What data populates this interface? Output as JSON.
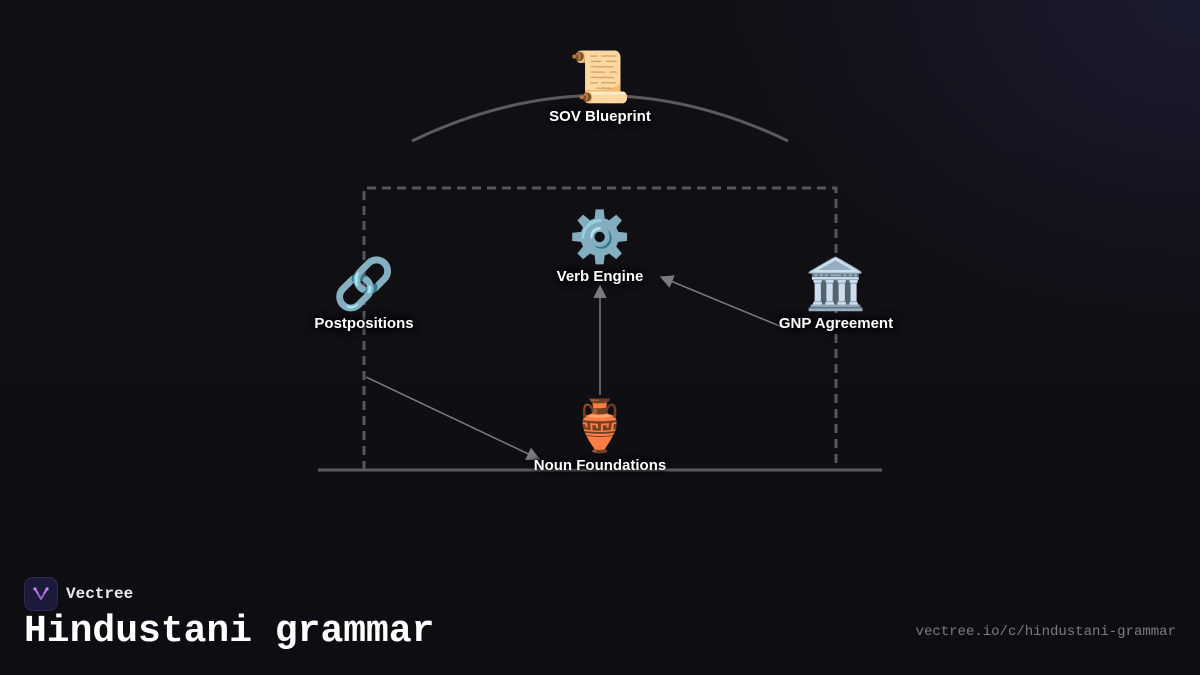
{
  "diagram": {
    "nodes": [
      {
        "id": "sov",
        "icon": "scroll-icon",
        "glyph": "📜",
        "label": "SOV Blueprint"
      },
      {
        "id": "verb",
        "icon": "gear-icon",
        "glyph": "⚙️",
        "label": "Verb Engine"
      },
      {
        "id": "post",
        "icon": "link-icon",
        "glyph": "🔗",
        "label": "Postpositions"
      },
      {
        "id": "gnp",
        "icon": "classical-building-icon",
        "glyph": "🏛️",
        "label": "GNP Agreement"
      },
      {
        "id": "noun",
        "icon": "amphora-icon",
        "glyph": "🏺",
        "label": "Noun Foundations"
      }
    ],
    "edges": [
      {
        "from": "noun",
        "to": "verb"
      },
      {
        "from": "gnp",
        "to": "verb"
      },
      {
        "from": "post",
        "to": "noun"
      }
    ],
    "colors": {
      "line": "#5a5a60",
      "arrow": "#7a7a80",
      "background": "#0f0f13"
    }
  },
  "footer": {
    "brand": "Vectree",
    "title": "Hindustani grammar",
    "url": "vectree.io/c/hindustani-grammar",
    "logo_color": "#a05ad8"
  }
}
